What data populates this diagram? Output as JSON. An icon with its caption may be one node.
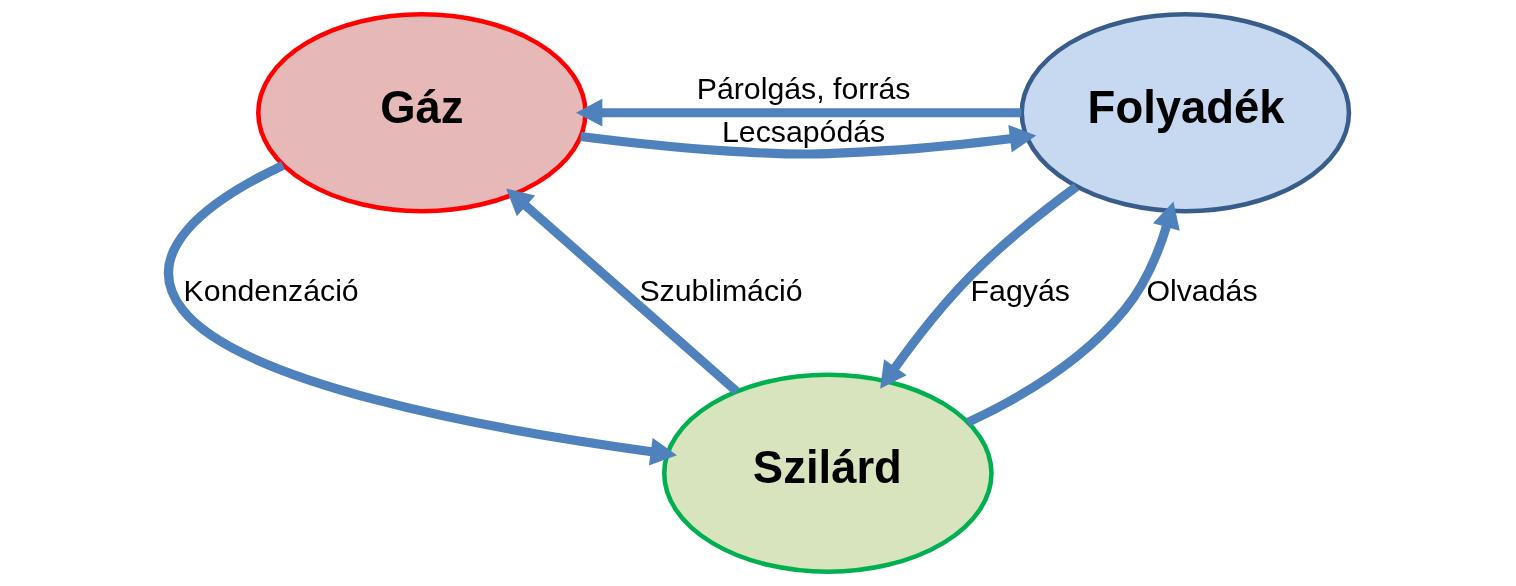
{
  "diagram": {
    "nodes": [
      {
        "text": [
          "Gáz"
        ]
      },
      {
        "text": [
          "Folyadék"
        ]
      },
      {
        "text": [
          "Szilárd"
        ]
      }
    ],
    "edges": [
      {
        "from": 0,
        "to": 1,
        "arrow": "to",
        "label": "Lecsapódás"
      },
      {
        "from": 1,
        "to": 0,
        "arrow": "to",
        "label": "Párolgás, forrás"
      },
      {
        "from": 0,
        "to": 2,
        "arrow": "to",
        "label": "Kondenzáció"
      },
      {
        "from": 2,
        "to": 0,
        "arrow": "to",
        "label": "Szublimáció"
      },
      {
        "from": 2,
        "to": 1,
        "arrow": "to",
        "label": "Olvadás"
      },
      {
        "from": 1,
        "to": 2,
        "arrow": "to",
        "label": "Fagyás"
      }
    ]
  }
}
